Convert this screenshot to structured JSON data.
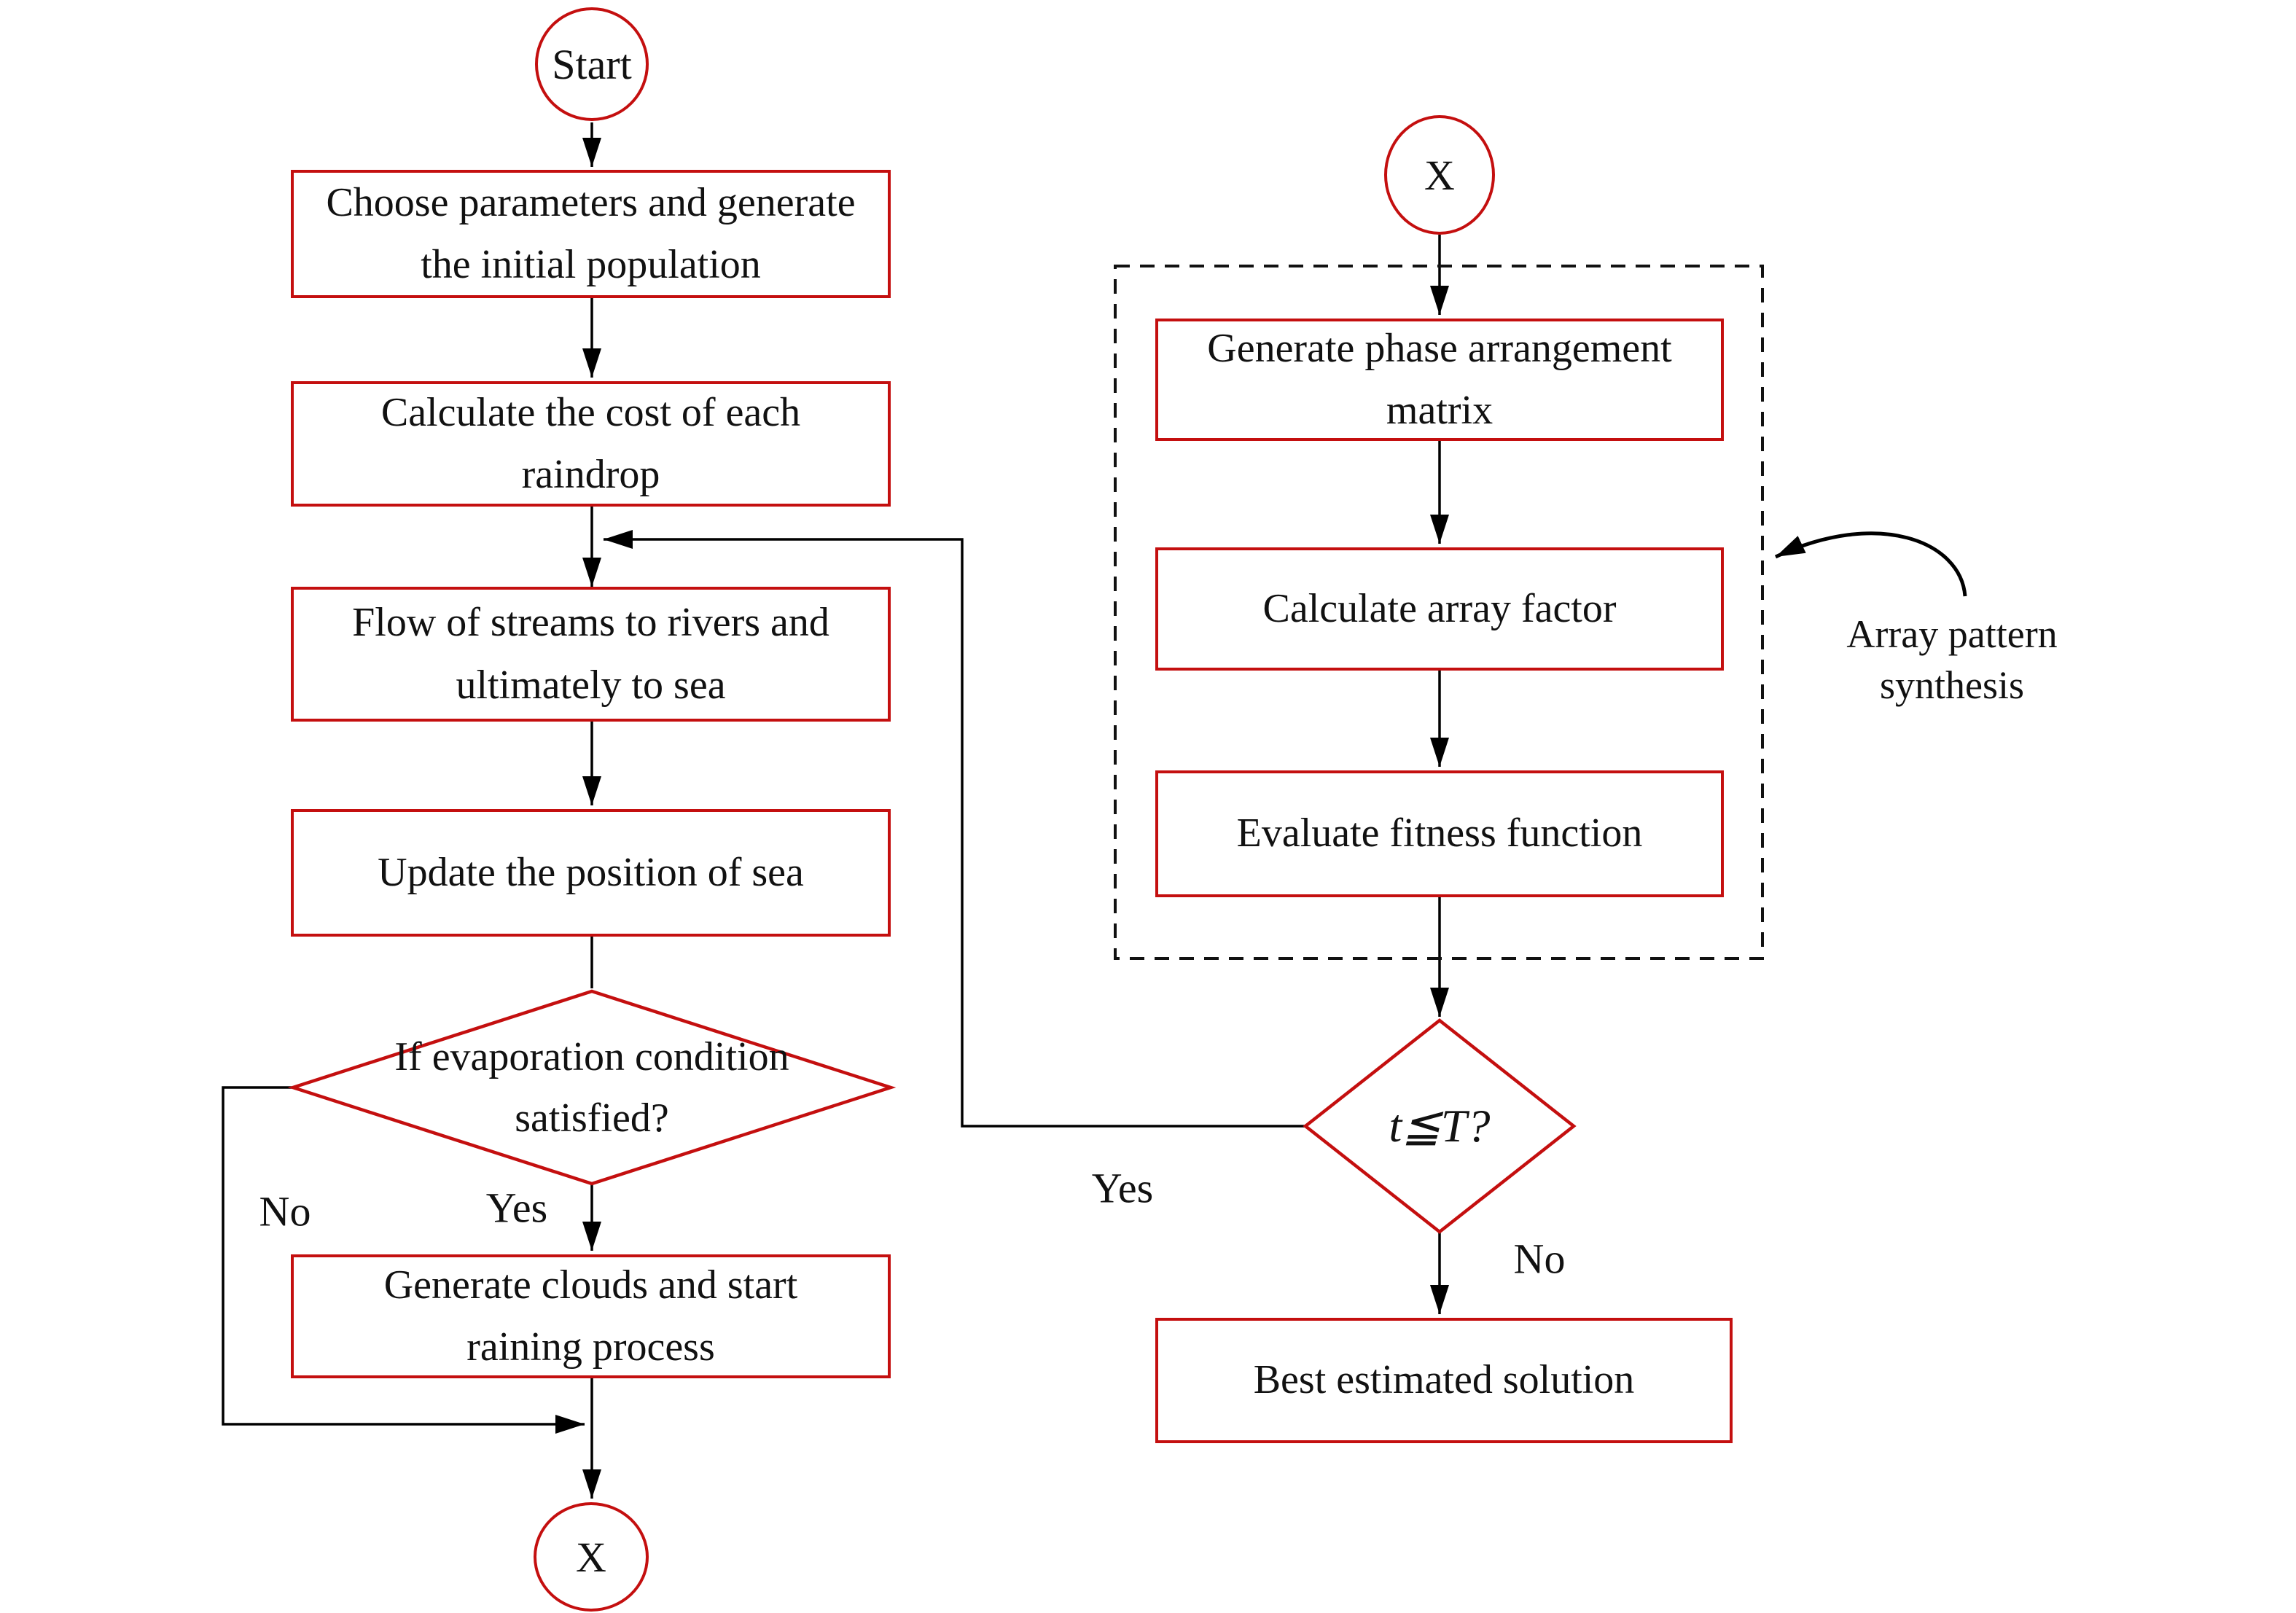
{
  "colors": {
    "node_border": "#c40f0f",
    "connector": "#000000",
    "text": "#111111",
    "background": "#ffffff"
  },
  "left_flow": {
    "start_label": "Start",
    "steps": [
      {
        "lines": [
          "Choose parameters and generate",
          "the initial population"
        ]
      },
      {
        "lines": [
          "Calculate the cost of each",
          "raindrop"
        ]
      },
      {
        "lines": [
          "Flow of streams to rivers and",
          "ultimately to sea"
        ]
      },
      {
        "lines": [
          "Update the position of sea"
        ]
      }
    ],
    "decision": {
      "lines": [
        "If evaporation condition",
        "satisfied?"
      ]
    },
    "decision_yes_label": "Yes",
    "decision_no_label": "No",
    "yes_step": {
      "lines": [
        "Generate clouds and start",
        "raining process"
      ]
    },
    "exit_connector_label": "X"
  },
  "right_flow": {
    "entry_connector_label": "X",
    "group_caption": {
      "lines": [
        "Array pattern",
        "synthesis"
      ]
    },
    "steps": [
      {
        "lines": [
          "Generate phase arrangement",
          "matrix"
        ]
      },
      {
        "lines": [
          "Calculate array factor"
        ]
      },
      {
        "lines": [
          "Evaluate fitness function"
        ]
      }
    ],
    "decision": {
      "lines": [
        "t≦T?"
      ]
    },
    "decision_yes_label": "Yes",
    "decision_no_label": "No",
    "final_step": {
      "lines": [
        "Best estimated solution"
      ]
    }
  }
}
